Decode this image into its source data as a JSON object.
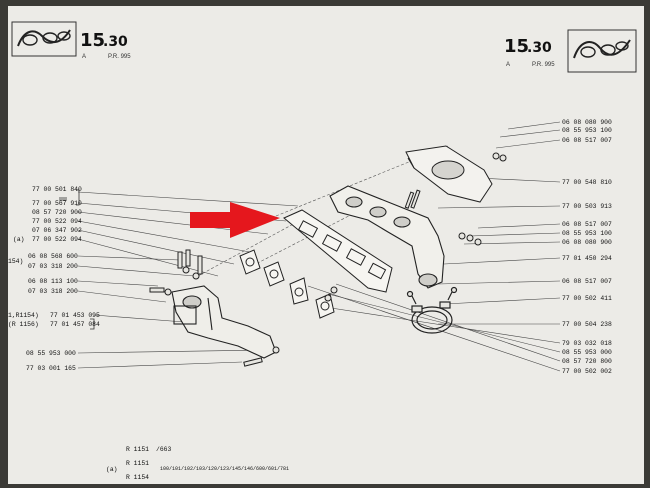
{
  "header_left": {
    "number": "15",
    "subnumber": ".30",
    "variant": "A",
    "ref": "P.R. 995"
  },
  "header_right": {
    "number": "15",
    "subnumber": ".30",
    "variant": "A",
    "ref": "P.R. 995"
  },
  "accent_color": "#e5171d",
  "left_labels": [
    {
      "id": "l1",
      "text": "77 00 501 840"
    },
    {
      "id": "l2",
      "text": "77 00 567 910"
    },
    {
      "id": "l3",
      "text": "08 57 720 900"
    },
    {
      "id": "l4",
      "text": "77 00 522 094"
    },
    {
      "id": "l5",
      "text": "07 06 347 902"
    },
    {
      "id": "l6",
      "text": "77 00 522 094"
    },
    {
      "id": "l7",
      "text": "06 08 568 600"
    },
    {
      "id": "l8",
      "text": "07 03 318 200"
    },
    {
      "id": "l9",
      "text": "06 08 113 100"
    },
    {
      "id": "l10",
      "text": "07 03 318 200"
    },
    {
      "id": "l11",
      "text": "77 01 453 095"
    },
    {
      "id": "l12",
      "text": "77 01 457 084"
    },
    {
      "id": "l13",
      "text": "08 55 953 000"
    },
    {
      "id": "l14",
      "text": "77 03 001 165"
    }
  ],
  "left_prefixes": {
    "l6": "(a)",
    "l7": "154)",
    "l11": "1,R1154)",
    "l12": "(R 1156)"
  },
  "right_labels": [
    {
      "id": "r1",
      "text": "06 08 080 900"
    },
    {
      "id": "r2",
      "text": "08 55 953 100"
    },
    {
      "id": "r3",
      "text": "06 08 517 007"
    },
    {
      "id": "r4",
      "text": "77 00 548 810"
    },
    {
      "id": "r5",
      "text": "77 00 503 913"
    },
    {
      "id": "r6",
      "text": "06 08 517 007"
    },
    {
      "id": "r7",
      "text": "08 55 953 100"
    },
    {
      "id": "r8",
      "text": "06 08 080 900"
    },
    {
      "id": "r9",
      "text": "77 01 450 294"
    },
    {
      "id": "r10",
      "text": "06 08 517 007"
    },
    {
      "id": "r11",
      "text": "77 00 502 411"
    },
    {
      "id": "r12",
      "text": "77 00 504 238"
    },
    {
      "id": "r13",
      "text": "79 03 032 018"
    },
    {
      "id": "r14",
      "text": "08 55 953 000"
    },
    {
      "id": "r15",
      "text": "08 57 720 800"
    },
    {
      "id": "r16",
      "text": "77 00 502 002"
    }
  ],
  "footer": {
    "row1_model": "R 1151",
    "row1_value": "/663",
    "row2_model": "R 1151",
    "row3_prefix": "(a)",
    "row3_value": "100/101/102/103/120/123/145/146/600/601/781",
    "row4_model": "R 1154"
  }
}
